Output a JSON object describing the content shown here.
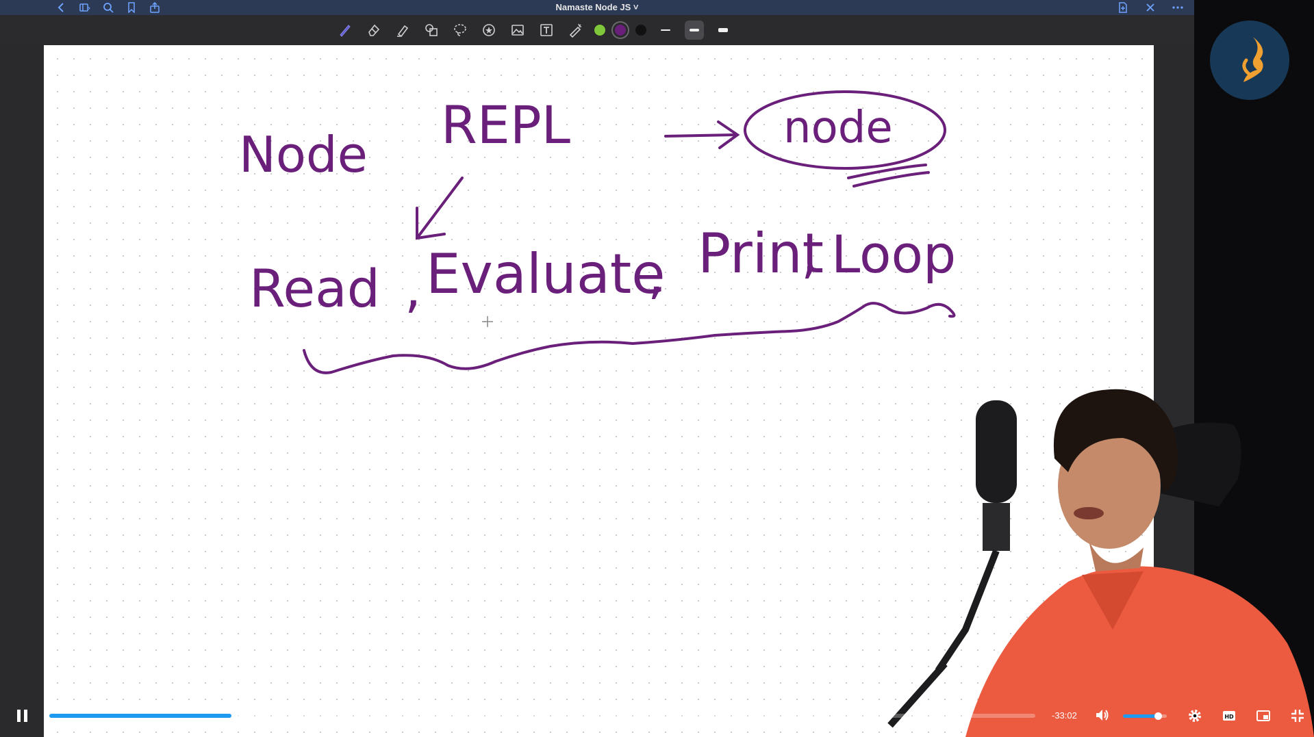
{
  "titlebar": {
    "doc_title": "Namaste Node JS ˅",
    "left_icons": [
      "back-icon",
      "sidebar-icon",
      "search-icon",
      "bookmark-icon",
      "share-icon"
    ],
    "right_icons": [
      "add-page-icon",
      "close-icon",
      "more-icon"
    ]
  },
  "toolbar": {
    "tools": [
      "pen-tool",
      "eraser-tool",
      "highlighter-tool",
      "shapes-tool",
      "lasso-tool",
      "element-tool",
      "image-tool",
      "text-tool",
      "laser-pointer-tool"
    ],
    "colors": [
      {
        "name": "green",
        "hex": "#7ec83a",
        "selected": false
      },
      {
        "name": "purple",
        "hex": "#6a1f7a",
        "selected": true
      },
      {
        "name": "black",
        "hex": "#111111",
        "selected": false
      }
    ],
    "stroke_widths": [
      "thin",
      "medium",
      "thick"
    ],
    "selected_stroke": "medium"
  },
  "canvas": {
    "ink_color": "#6a1f7a",
    "notes": [
      "Node",
      "REPL",
      "node",
      "Read",
      ",",
      "Evaluate",
      ",",
      "Print",
      ",",
      "Loop"
    ]
  },
  "player": {
    "time_remaining": "-33:02",
    "progress_percent": 18.5,
    "buffered_percent": 20.5,
    "volume_percent": 80,
    "accent": "#1e9bf0",
    "controls": [
      "pause-icon",
      "volume-icon",
      "settings-icon",
      "hd-icon",
      "pip-icon",
      "exit-fullscreen-icon"
    ],
    "hd_label": "HD"
  }
}
